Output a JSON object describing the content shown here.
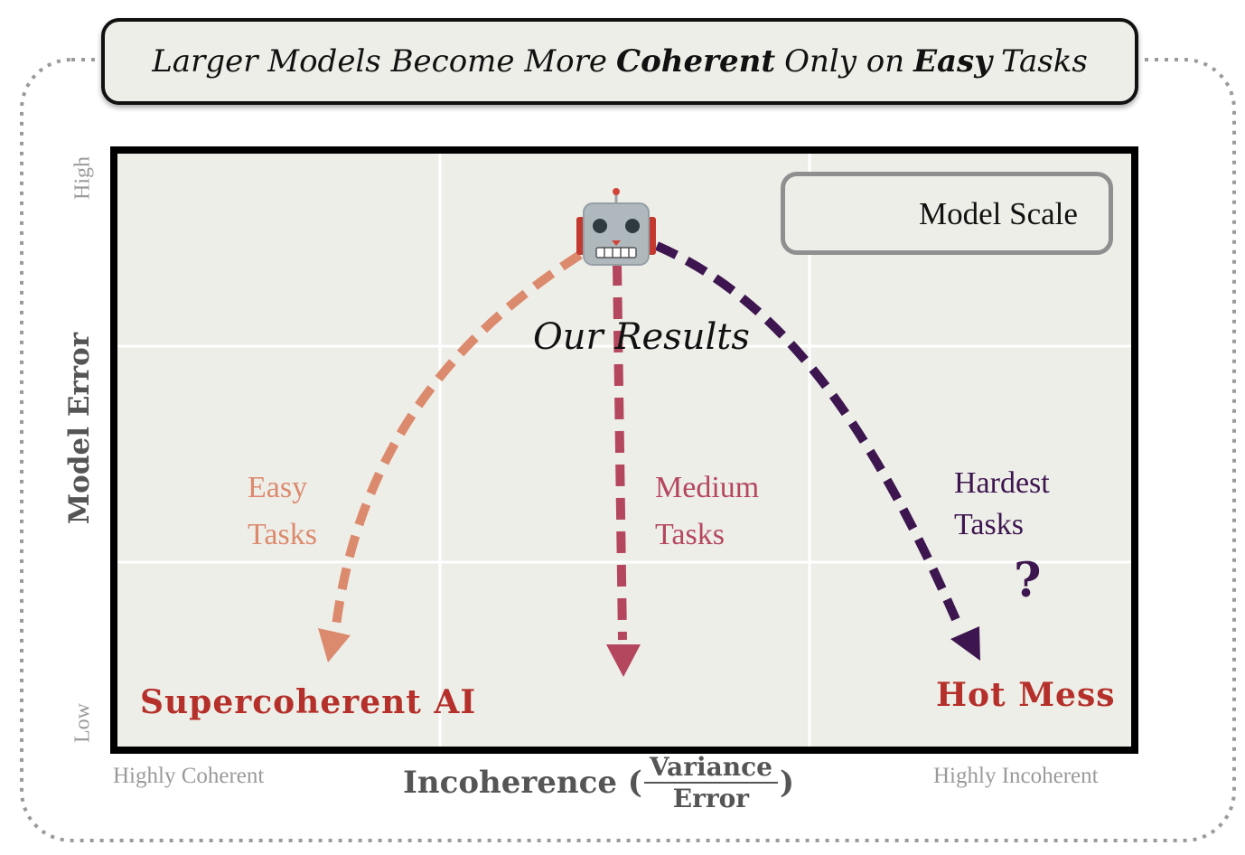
{
  "title": {
    "p1": "Larger Models Become More",
    "p2": "Coherent",
    "p3": "Only on",
    "p4": "Easy",
    "p5": "Tasks"
  },
  "legend": {
    "label": "Model Scale",
    "arrow_color": "#000000"
  },
  "axes": {
    "y_label": "Model Error",
    "y_high": "High",
    "y_low": "Low",
    "x_label": "Incoherence (",
    "x_frac_num": "Variance",
    "x_frac_den": "Error",
    "x_label_close": ")",
    "x_left": "Highly Coherent",
    "x_right": "Highly Incoherent"
  },
  "center_label": "Our Results",
  "model_icon": "robot-icon",
  "paths": [
    {
      "name": "easy",
      "line1": "Easy",
      "line2": "Tasks",
      "color": "#dc8a6e"
    },
    {
      "name": "medium",
      "line1": "Medium",
      "line2": "Tasks",
      "color": "#b4475e"
    },
    {
      "name": "hardest",
      "line1": "Hardest",
      "line2": "Tasks",
      "color": "#3d1650"
    }
  ],
  "question_mark": "?",
  "outcomes": {
    "left": "Supercoherent AI",
    "right": "Hot Mess",
    "color": "#b5302a"
  },
  "colors": {
    "panel": "#eeeee8",
    "grid": "#ffffff",
    "axis_text": "#555555",
    "muted_text": "#9a9a9a"
  }
}
